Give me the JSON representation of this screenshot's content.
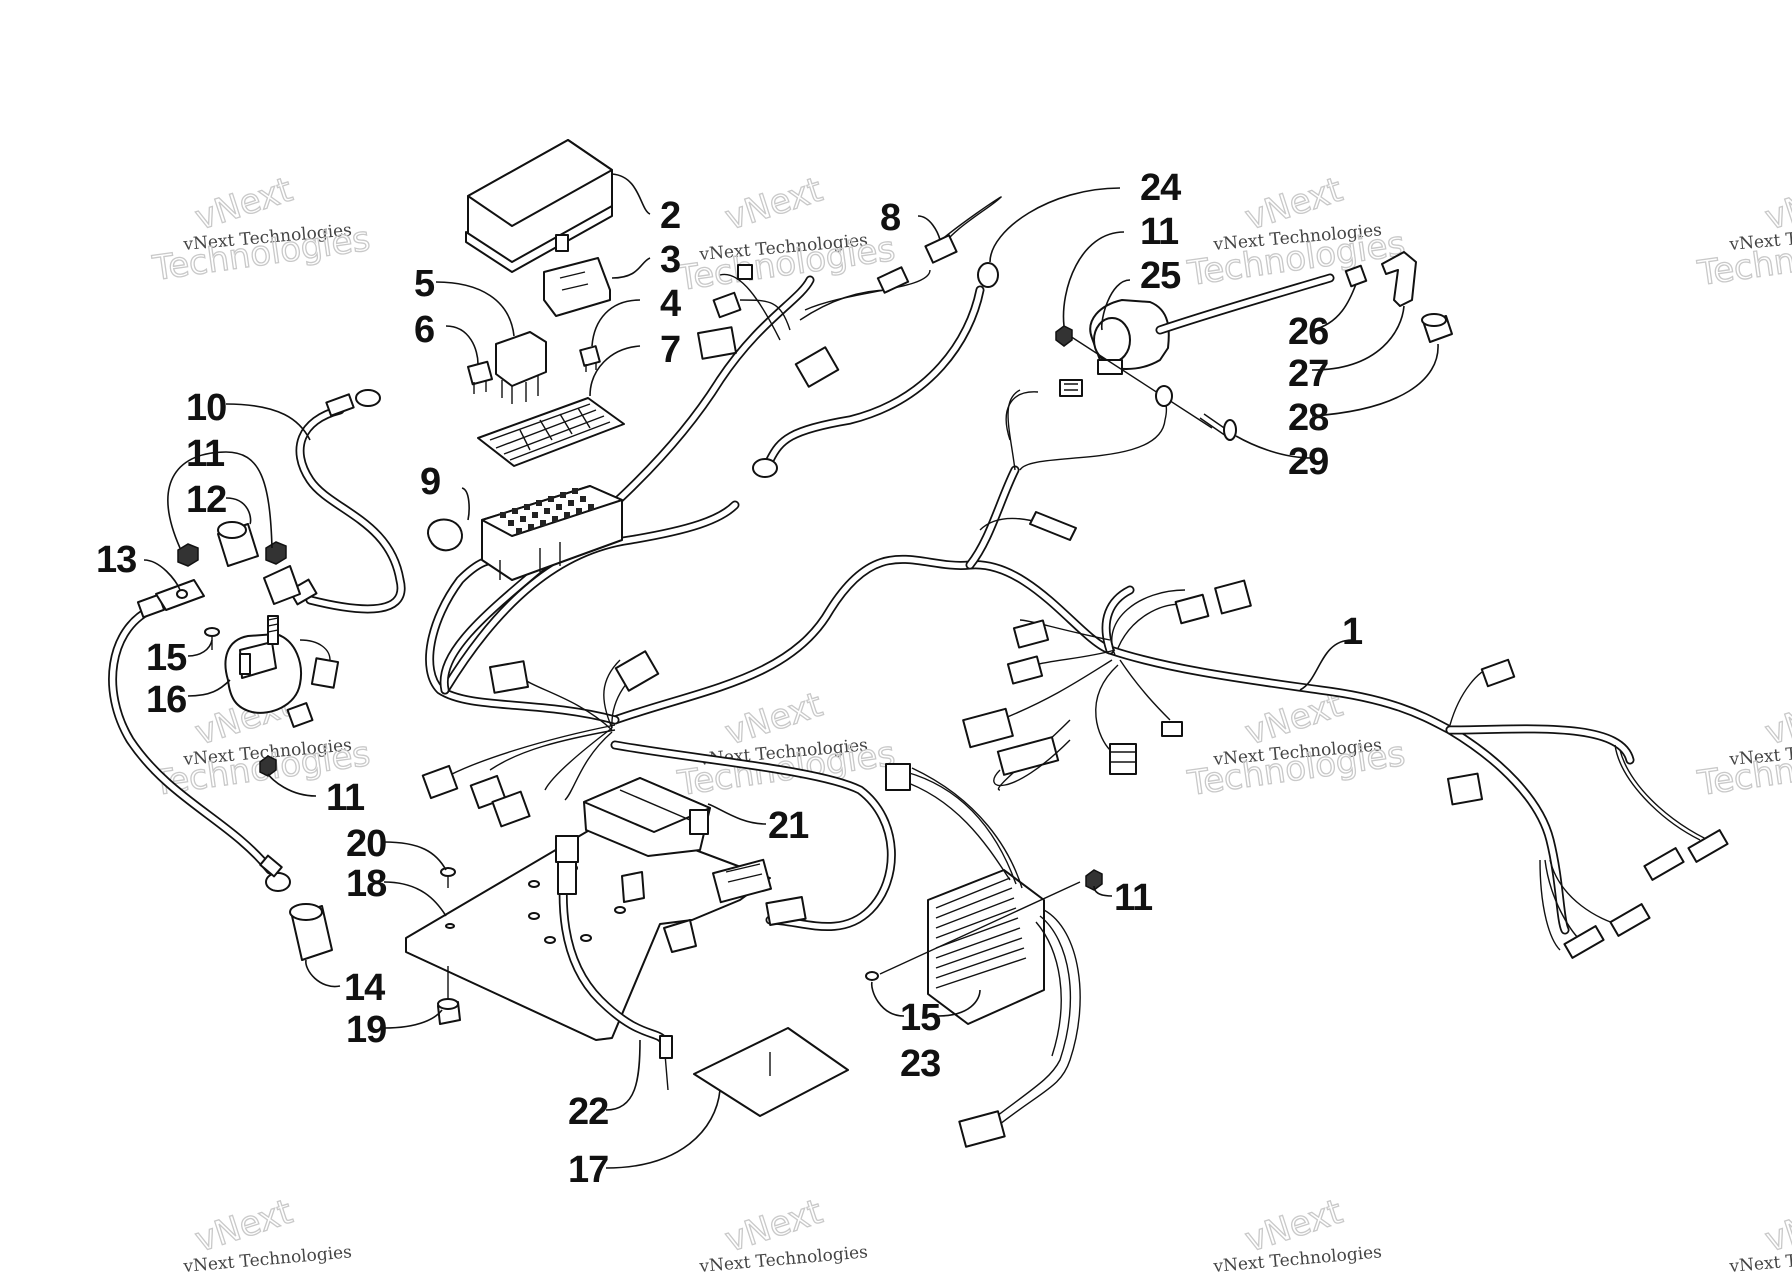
{
  "diagram": {
    "watermark": {
      "line1": "vNext",
      "line2": "vNext Technologies",
      "line3": "Technologies"
    },
    "callouts": {
      "c1": "1",
      "c2": "2",
      "c3": "3",
      "c4": "4",
      "c5": "5",
      "c6": "6",
      "c7": "7",
      "c8": "8",
      "c9": "9",
      "c10": "10",
      "c11a": "11",
      "c11b": "11",
      "c11c": "11",
      "c11d": "11",
      "c12": "12",
      "c13": "13",
      "c14": "14",
      "c15a": "15",
      "c15b": "15",
      "c16": "16",
      "c17": "17",
      "c18": "18",
      "c19": "19",
      "c20": "20",
      "c21": "21",
      "c22": "22",
      "c23": "23",
      "c24": "24",
      "c25": "25",
      "c26": "26",
      "c27": "27",
      "c28": "28",
      "c29": "29"
    }
  }
}
